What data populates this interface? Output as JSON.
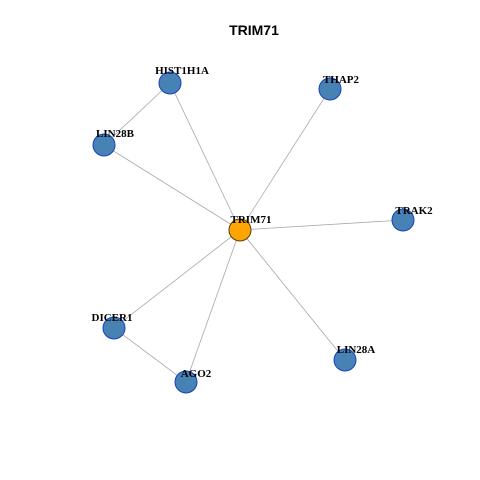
{
  "title": "TRIM71",
  "colors": {
    "hub_fill": "#FFA500",
    "hub_stroke": "#5a3a00",
    "node_fill": "#4682B4",
    "node_stroke": "#1a3fbf",
    "edge": "#a8a8a8"
  },
  "nodes": [
    {
      "id": "TRIM71",
      "label": "TRIM71",
      "hub": true
    },
    {
      "id": "HIST1H1A",
      "label": "HIST1H1A",
      "hub": false
    },
    {
      "id": "THAP2",
      "label": "THAP2",
      "hub": false
    },
    {
      "id": "LIN28B",
      "label": "LIN28B",
      "hub": false
    },
    {
      "id": "TRAK2",
      "label": "TRAK2",
      "hub": false
    },
    {
      "id": "DICER1",
      "label": "DICER1",
      "hub": false
    },
    {
      "id": "LIN28A",
      "label": "LIN28A",
      "hub": false
    },
    {
      "id": "AGO2",
      "label": "AGO2",
      "hub": false
    }
  ],
  "edges": [
    [
      "TRIM71",
      "HIST1H1A"
    ],
    [
      "TRIM71",
      "THAP2"
    ],
    [
      "TRIM71",
      "LIN28B"
    ],
    [
      "TRIM71",
      "TRAK2"
    ],
    [
      "TRIM71",
      "DICER1"
    ],
    [
      "TRIM71",
      "LIN28A"
    ],
    [
      "TRIM71",
      "AGO2"
    ],
    [
      "HIST1H1A",
      "LIN28B"
    ],
    [
      "DICER1",
      "AGO2"
    ]
  ]
}
